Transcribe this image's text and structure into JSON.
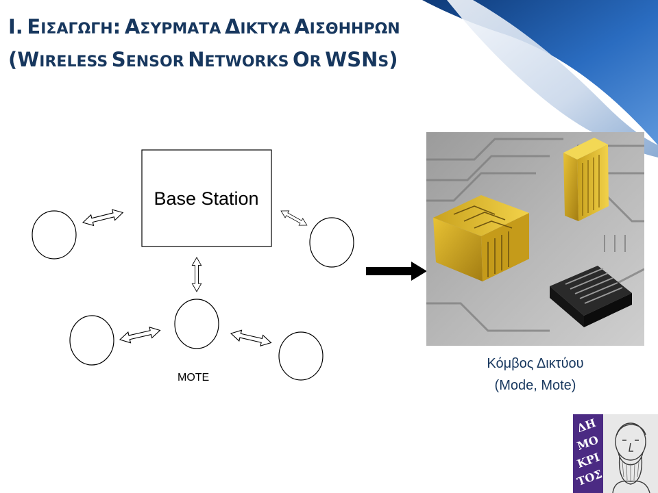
{
  "title": {
    "line1": "Ι. Εισαγωγη: Ασυρματα Δικτυα Αισθηηρων",
    "line2": "(Wireless Sensor Networks or WSNs)"
  },
  "diagram": {
    "base_station_label": "Base Station",
    "mote_label": "MOTE"
  },
  "photo_caption": {
    "line1": "Κόμβος Δικτύου",
    "line2": "(Mode, Mote)"
  },
  "logo": {
    "text": "ΔΗΜΟΚΡΙΤΟΣ"
  },
  "colors": {
    "title": "#17375e",
    "caption": "#17375e",
    "curl_blue": "#1f5fa8",
    "logo_purple": "#4b2a83"
  }
}
